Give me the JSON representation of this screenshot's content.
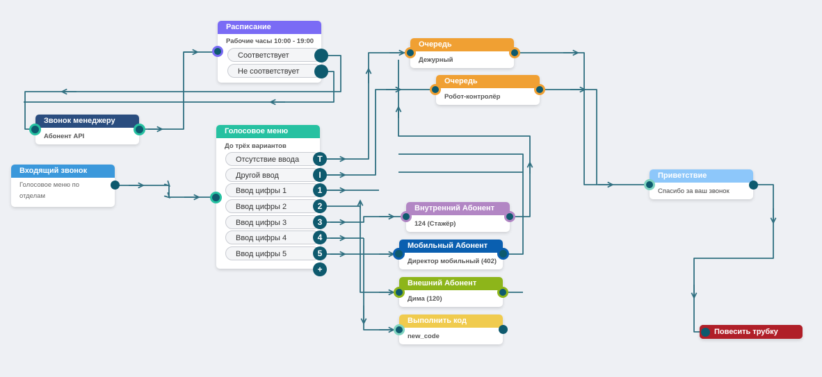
{
  "colors": {
    "wire": "#2f6f80",
    "port": "#0e5a6e",
    "incoming": "#3b98db",
    "voice_menu": "#26c1a1",
    "manager": "#2a4d7f",
    "schedule": "#7a6bf5",
    "queue": "#f0a033",
    "internal": "#b286c4",
    "mobile": "#0a5fb0",
    "external": "#8db51a",
    "code": "#f0cb4e",
    "greeting": "#8dc7fa",
    "hangup": "#b01f28"
  },
  "nodes": {
    "incoming": {
      "title": "Входящий звонок",
      "subtitle": "Голосовое меню по отделам"
    },
    "manager": {
      "title": "Звонок менеджеру",
      "subtitle": "Абонент API"
    },
    "schedule": {
      "title": "Расписание",
      "subtitle": "Рабочие часы 10:00 - 19:00",
      "options": [
        "Соответствует",
        "Не соответствует"
      ]
    },
    "voice_menu": {
      "title": "Голосовое меню",
      "subtitle": "До трёх вариантов",
      "options": [
        {
          "label": "Отсутствие ввода",
          "badge": "T"
        },
        {
          "label": "Другой ввод",
          "badge": "I"
        },
        {
          "label": "Ввод цифры 1",
          "badge": "1"
        },
        {
          "label": "Ввод цифры 2",
          "badge": "2"
        },
        {
          "label": "Ввод цифры 3",
          "badge": "3"
        },
        {
          "label": "Ввод цифры 4",
          "badge": "4"
        },
        {
          "label": "Ввод цифры 5",
          "badge": "5"
        }
      ],
      "add_label": "+"
    },
    "queue1": {
      "title": "Очередь",
      "subtitle": "Дежурный"
    },
    "queue2": {
      "title": "Очередь",
      "subtitle": "Робот-контролёр"
    },
    "internal": {
      "title": "Внутренний Абонент",
      "subtitle": "124 (Стажёр)"
    },
    "mobile": {
      "title": "Мобильный Абонент",
      "subtitle": "Директор мобильный (402)"
    },
    "external": {
      "title": "Внешний Абонент",
      "subtitle": "Дима (120)"
    },
    "code": {
      "title": "Выполнить код",
      "subtitle": "new_code"
    },
    "greeting": {
      "title": "Приветствие",
      "subtitle": "Спасибо за ваш звонок"
    },
    "hangup": {
      "title": "Повесить трубку"
    }
  }
}
